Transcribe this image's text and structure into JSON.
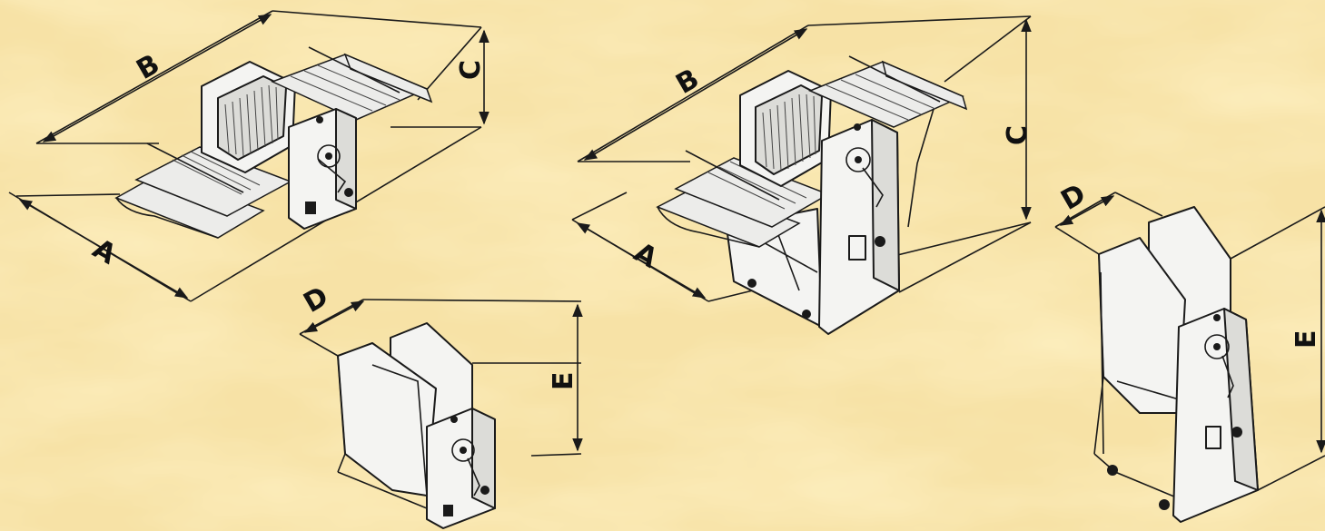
{
  "palette": {
    "background_base": "#f3d98a",
    "background_light": "#faebb8",
    "background_warm": "#edc565",
    "line": "#1a1a1a"
  },
  "diagrams": {
    "top_left": {
      "label_a": "A",
      "label_b": "B",
      "label_c": "C"
    },
    "bottom_left": {
      "label_d": "D",
      "label_e": "E"
    },
    "center": {
      "label_a": "A",
      "label_b": "B",
      "label_c": "C"
    },
    "right": {
      "label_d": "D",
      "label_e": "E"
    }
  }
}
